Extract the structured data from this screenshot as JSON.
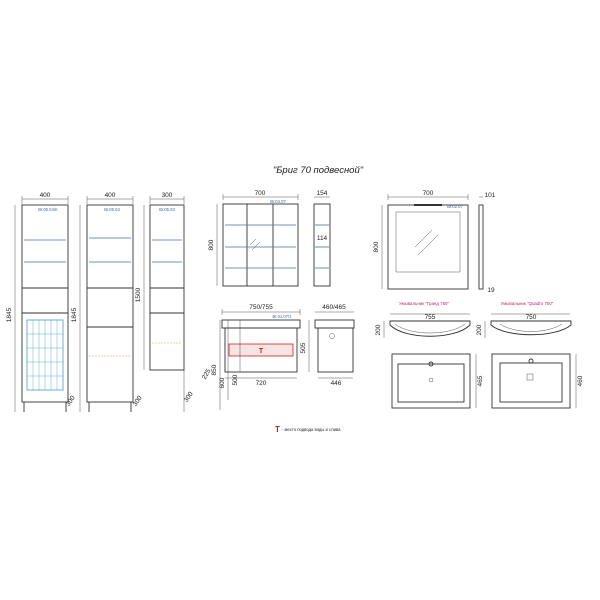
{
  "title": "\"Бриг 70 подвесной\"",
  "tall_cabinet_1": {
    "width": "400",
    "height": "1845",
    "code": "Br.05.04/K",
    "leg": "300"
  },
  "tall_cabinet_2": {
    "width": "400",
    "height": "1845",
    "code": "Br.05.04",
    "leg": "300"
  },
  "narrow_cabinet": {
    "width": "300",
    "height": "1500",
    "code": "Br.05.03",
    "leg": "300"
  },
  "mirror_cabinet": {
    "width": "700",
    "depth": "154",
    "height": "800",
    "code": "Br.04.07",
    "inner": "114"
  },
  "mirror": {
    "width": "700",
    "depth": "101",
    "height": "800",
    "code": "Br.02.07",
    "bottom": "19"
  },
  "vanity": {
    "width": "750/755",
    "depth": "460/465",
    "code": "Br.01.07/1",
    "h_body": "500",
    "h_total": "850",
    "h_side": "600",
    "small": "225",
    "inner_width": "720",
    "inner_depth": "446",
    "sink_h": "505"
  },
  "sink_grand": {
    "caption": "Умывальник \"Гранд 750\"",
    "width": "755",
    "height": "200",
    "depth": "465"
  },
  "sink_quadro": {
    "caption": "Умывальник \"Quadro 750\"",
    "width": "750",
    "height": "200",
    "depth": "460"
  },
  "legend": {
    "symbol": "T",
    "text": "- место подвода воды и слива"
  },
  "colors": {
    "line": "#333333",
    "shelf": "#4a6fa8",
    "code": "#3b63b0",
    "caption": "#c0236b",
    "marker": "#d42020"
  }
}
